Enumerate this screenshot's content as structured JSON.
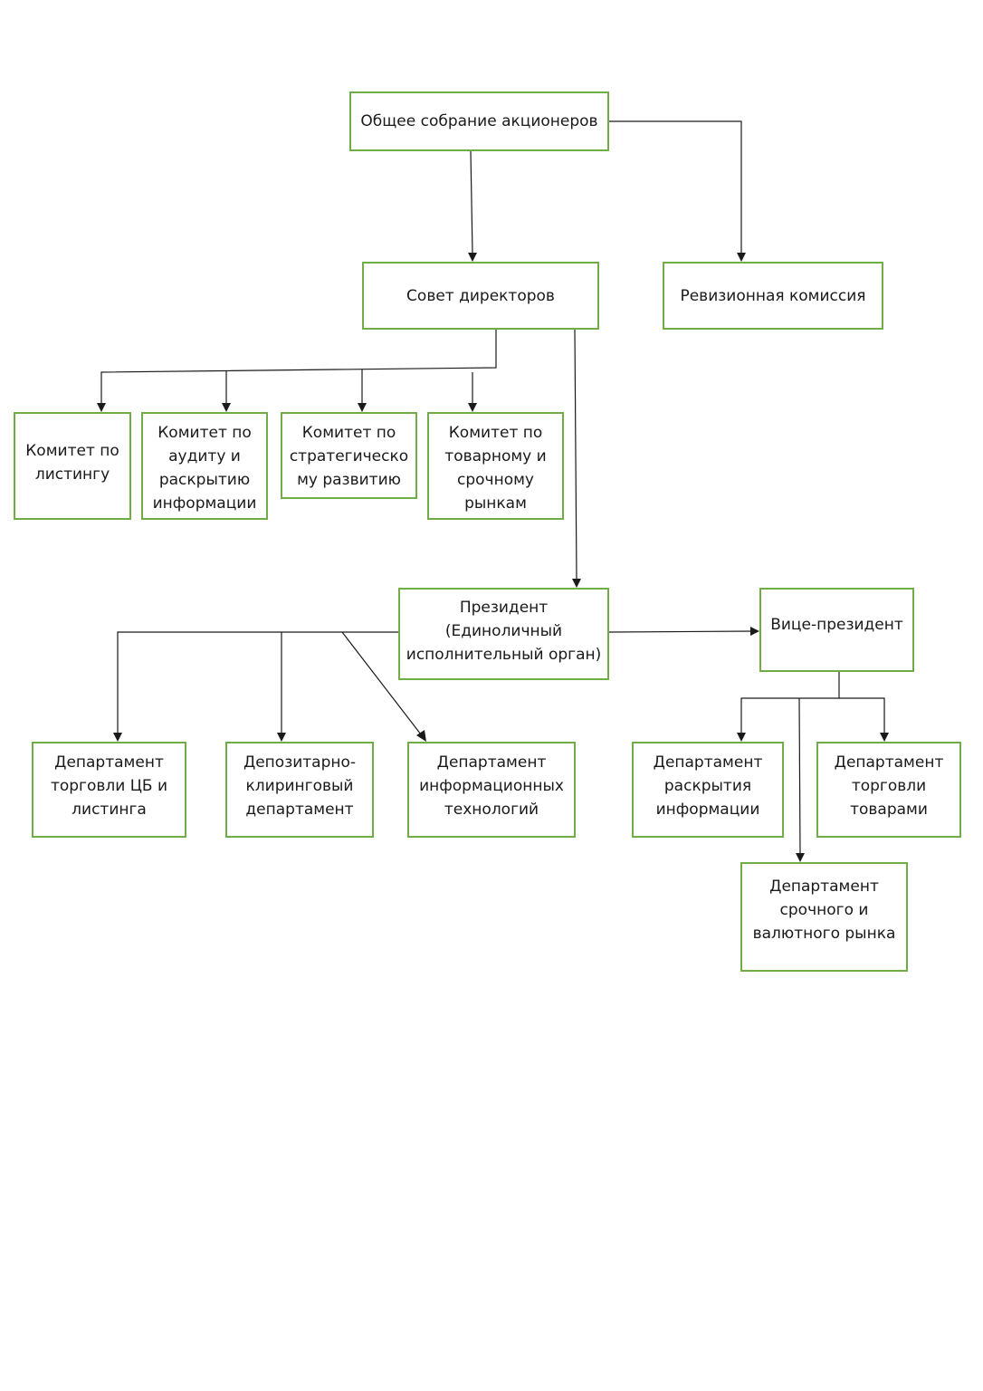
{
  "nodes": {
    "shareholders": [
      "Общее собрание акционеров"
    ],
    "board": [
      "Совет директоров"
    ],
    "audit_commission": [
      "Ревизионная комиссия"
    ],
    "listing_committee": [
      "Комитет по",
      "листингу"
    ],
    "audit_committee": [
      "Комитет по",
      "аудиту и",
      "раскрытию",
      "информации"
    ],
    "strategy_committee": [
      "Комитет по",
      "стратегическо",
      "му развитию"
    ],
    "commodity_committee": [
      "Комитет по",
      "товарному и",
      "срочному",
      "рынкам"
    ],
    "president": [
      "Президент",
      "(Единоличный",
      "исполнительный орган)"
    ],
    "vice_president": [
      "Вице-президент"
    ],
    "securities_dept": [
      "Департамент",
      "торговли ЦБ и",
      "листинга"
    ],
    "clearing_dept": [
      "Депозитарно-",
      "клиринговый",
      "департамент"
    ],
    "it_dept": [
      "Департамент",
      "информационных",
      "технологий"
    ],
    "disclosure_dept": [
      "Департамент",
      "раскрытия",
      "информации"
    ],
    "commodities_dept": [
      "Департамент",
      "торговли",
      "товарами"
    ],
    "derivatives_dept": [
      "Департамент",
      "срочного и",
      "валютного рынка"
    ]
  },
  "colors": {
    "box_border": "#70ad47",
    "connector": "#1a1a1a"
  }
}
